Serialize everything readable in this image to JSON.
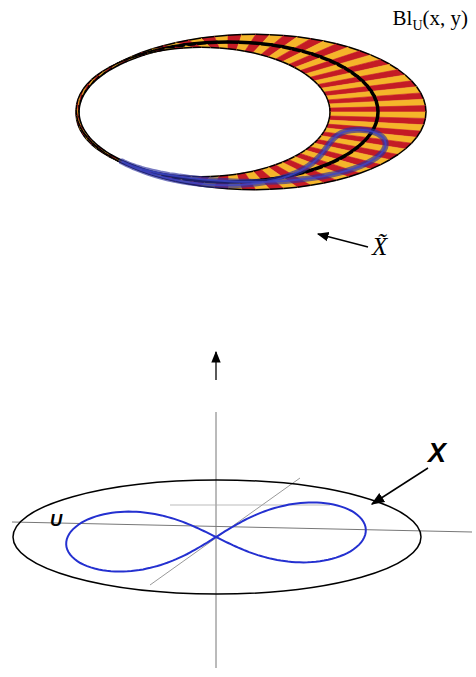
{
  "diagram": {
    "labels": [
      "Bl",
      "U",
      "(x, y)",
      "X̃",
      "U",
      "X"
    ]
  }
}
